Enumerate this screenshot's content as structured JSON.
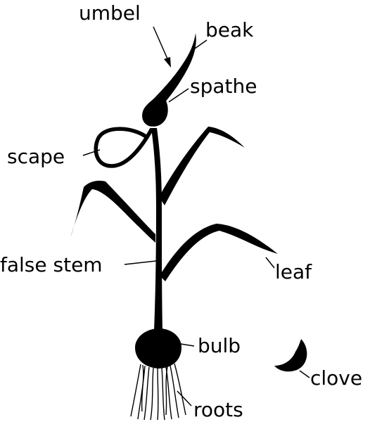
{
  "labels": {
    "umbel": "umbel",
    "beak": "beak",
    "spathe": "spathe",
    "scape": "scape",
    "false_stem": "false stem",
    "leaf": "leaf",
    "bulb": "bulb",
    "clove": "clove",
    "roots": "roots"
  },
  "colors": {
    "ink": "#000000",
    "background": "#ffffff"
  }
}
